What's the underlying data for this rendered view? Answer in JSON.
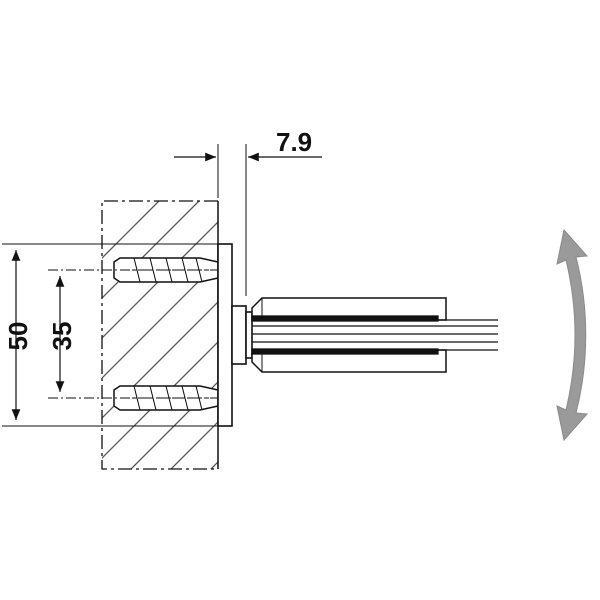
{
  "dimensions": {
    "overall_height": "50",
    "hole_spacing": "35",
    "offset": "7.9"
  },
  "icons": {
    "rotation": "curved-double-arrow-icon"
  },
  "colors": {
    "line": "#111111",
    "hatch": "#555555",
    "arrow_fill": "#9a9a9a",
    "background": "#ffffff"
  }
}
